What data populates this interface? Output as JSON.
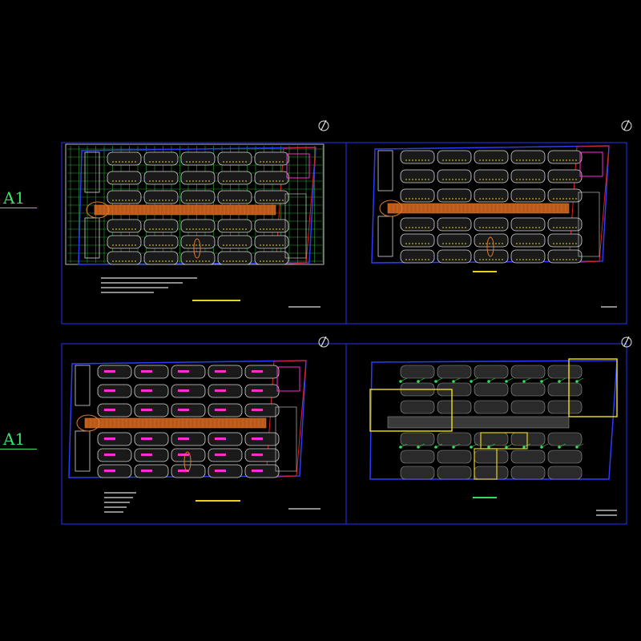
{
  "sheets": [
    {
      "label": "A1"
    },
    {
      "label": "A1"
    }
  ],
  "colors": {
    "background": "#000000",
    "frame": "#1f33ff",
    "sheet_label": "#39e36a",
    "grid_green": "#2fd03a",
    "axis_white": "#e8e8e8",
    "road_white": "#d8d8d8",
    "paving_brown": "#b8581a",
    "paving_orange": "#e07a2a",
    "plot_magenta": "#ff2bd6",
    "boundary_red": "#e02222",
    "boundary_blue": "#2a3cff",
    "highlight_yellow": "#e6d21c",
    "lamp_green": "#31e054"
  },
  "icons": [
    "north-arrow-icon",
    "lamp-icon"
  ],
  "panels": [
    {
      "id": "grid-plan",
      "style": "grid"
    },
    {
      "id": "site-plan",
      "style": "blocks"
    },
    {
      "id": "landscape-plan",
      "style": "blocks-magenta"
    },
    {
      "id": "lighting-plan",
      "style": "lighting"
    }
  ]
}
